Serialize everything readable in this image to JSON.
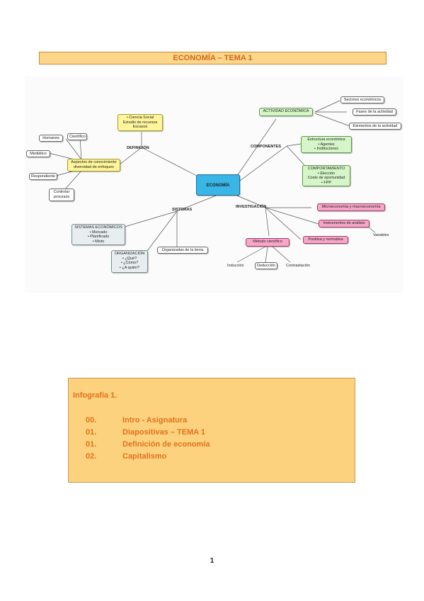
{
  "header": {
    "title": "ECONOMÍA – TEMA 1"
  },
  "concept_map": {
    "center": "ECONOMÍA",
    "link_labels": {
      "definicion": "DEFINICIÓN",
      "componentes": "COMPONENTES",
      "investigacion": "INVESTIGACIÓN",
      "sistemas": "SISTEMAS"
    },
    "definicion": {
      "ciencia": "• Ciencia Social\nEstudio de recursos\nEscasos",
      "aspectos": "Aspectos de conocimiento\ndiversidad de enfoques",
      "humanos": "Humanos",
      "cientifico": "Científico",
      "mediatico": "Mediático",
      "respondiente": "Respondiente",
      "controlar": "Controlar\nprocesos"
    },
    "componentes": {
      "actividad": "ACTIVIDAD ECONÓMICA",
      "sectores": "Sectores económicos",
      "fases": "Fases de la actividad",
      "elementos": "Elementos de la actividad",
      "estructura": "Estructura económica\n• Agentes\n• Instituciones",
      "comportamiento": "COMPORTAMIENTO\n• Elección\nCoste de oportunidad\n• FPP"
    },
    "investigacion": {
      "microeconomia": "Microeconomía y macroeconomía",
      "instrumentos": "Instrumentos de análisis",
      "variables": "Variables",
      "positiva": "Positiva y normativa",
      "metodo": "Método científico",
      "induccion": "Inducción",
      "deduccion": "Deducción",
      "contrastacion": "Contrastación"
    },
    "sistemas": {
      "economicos": "SISTEMAS ECONÓMICOS\n• Mercado\n• Planificado\n• Mixto",
      "organizacion": "ORGANIZACIÓN\n• ¿Qué?\n• ¿Cómo?\n• ¿A quién?",
      "organizadas": "Organizadas de la tierra"
    }
  },
  "infografia": {
    "title": "Infografía 1.",
    "items": [
      {
        "num": "00.",
        "label": "Intro - Asignatura"
      },
      {
        "num": "01.",
        "label": "Diapositivas – TEMA 1"
      },
      {
        "num": "01.",
        "label": "Definición de economía"
      },
      {
        "num": "02.",
        "label": "Capitalismo"
      }
    ]
  },
  "footer": {
    "page_number": "1"
  }
}
